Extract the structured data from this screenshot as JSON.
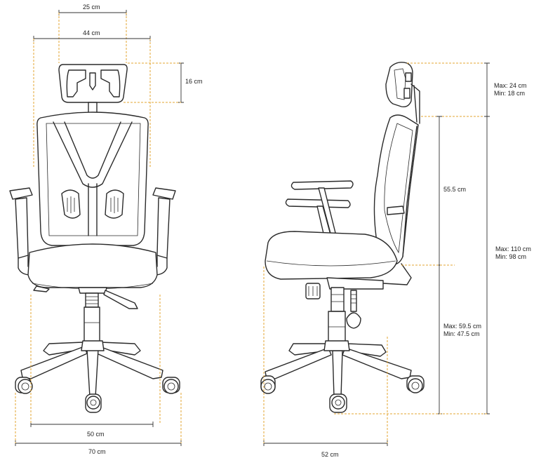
{
  "dimensions": {
    "front_seat_width_top": "25 cm",
    "front_backrest_width": "44 cm",
    "headrest_height": "16 cm",
    "front_inner_base": "50 cm",
    "front_outer_base": "70 cm",
    "side_depth": "52 cm",
    "side_backrest_height": "55.5 cm",
    "headrest_adjust": {
      "max": "Max: 24 cm",
      "min": "Min: 18 cm"
    },
    "total_height": {
      "max": "Max: 110 cm",
      "min": "Min: 98 cm"
    },
    "seat_height": {
      "max": "Max: 59.5 cm",
      "min": "Min: 47.5 cm"
    }
  },
  "colors": {
    "line": "#222222",
    "dimension_line": "#e3a431"
  }
}
